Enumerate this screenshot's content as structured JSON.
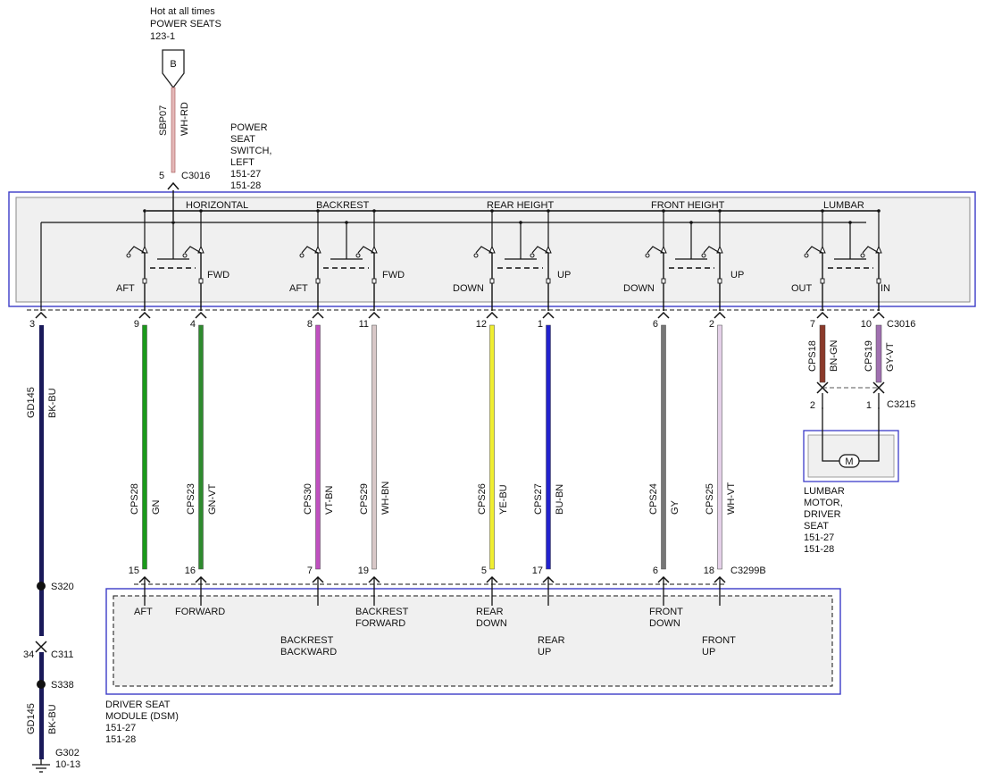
{
  "source": {
    "line1": "Hot at all times",
    "line2": "POWER SEATS",
    "line3": "123-1",
    "pin": "B"
  },
  "feed_wire": {
    "circuit": "SBP07",
    "color": "WH-RD",
    "pin": "5",
    "connector": "C3016"
  },
  "switch": {
    "name_lines": [
      "POWER",
      "SEAT",
      "SWITCH,",
      "LEFT",
      "151-27",
      "151-28"
    ],
    "sections": [
      "HORIZONTAL",
      "BACKREST",
      "REAR HEIGHT",
      "FRONT HEIGHT",
      "LUMBAR"
    ],
    "positions": [
      "AFT",
      "FWD",
      "AFT",
      "FWD",
      "DOWN",
      "UP",
      "DOWN",
      "UP",
      "OUT",
      "IN"
    ]
  },
  "ground_wire": {
    "pin_top": "3",
    "circuit": "GD145",
    "color": "BK-BU",
    "splice1": "S320",
    "pin_mid": "34",
    "connector_mid": "C311",
    "splice2": "S338",
    "circuit2": "GD145",
    "color2": "BK-BU",
    "ground": "G302",
    "ground_ref": "10-13"
  },
  "wires": [
    {
      "pin_top": "9",
      "circuit": "CPS28",
      "color": "GN",
      "pin_bottom": "15",
      "hex": "#1a9a1a"
    },
    {
      "pin_top": "4",
      "circuit": "CPS23",
      "color": "GN-VT",
      "pin_bottom": "16",
      "hex": "#2e8b2e"
    },
    {
      "pin_top": "8",
      "circuit": "CPS30",
      "color": "VT-BN",
      "pin_bottom": "7",
      "hex": "#c050c0"
    },
    {
      "pin_top": "11",
      "circuit": "CPS29",
      "color": "WH-BN",
      "pin_bottom": "19",
      "hex": "#d8c8c8"
    },
    {
      "pin_top": "12",
      "circuit": "CPS26",
      "color": "YE-BU",
      "pin_bottom": "5",
      "hex": "#f0ee30"
    },
    {
      "pin_top": "1",
      "circuit": "CPS27",
      "color": "BU-BN",
      "pin_bottom": "17",
      "hex": "#2222cc"
    },
    {
      "pin_top": "6",
      "circuit": "CPS24",
      "color": "GY",
      "pin_bottom": "6",
      "hex": "#777777"
    },
    {
      "pin_top": "2",
      "circuit": "CPS25",
      "color": "WH-VT",
      "pin_bottom": "18",
      "hex": "#e4d0e8"
    }
  ],
  "switch_connector": "C3016",
  "module_connector": "C3299B",
  "lumbar_wires": [
    {
      "pin_top": "7",
      "circuit": "CPS18",
      "color": "BN-GN",
      "pin_bottom": "2",
      "hex": "#8b3a2a"
    },
    {
      "pin_top": "10",
      "circuit": "CPS19",
      "color": "GY-VT",
      "pin_bottom": "1",
      "hex": "#a070b0"
    }
  ],
  "lumbar_connector_top": "C3016",
  "lumbar_connector_bottom": "C3215",
  "motor": {
    "symbol": "M",
    "name_lines": [
      "LUMBAR",
      "MOTOR,",
      "DRIVER",
      "SEAT",
      "151-27",
      "151-28"
    ]
  },
  "module": {
    "name_lines": [
      "DRIVER SEAT",
      "MODULE (DSM)",
      "151-27",
      "151-28"
    ],
    "labels": {
      "aft": "AFT",
      "forward": "FORWARD",
      "backrest_backward": [
        "BACKREST",
        "BACKWARD"
      ],
      "backrest_forward": [
        "BACKREST",
        "FORWARD"
      ],
      "rear_down": [
        "REAR",
        "DOWN"
      ],
      "rear_up": [
        "REAR",
        "UP"
      ],
      "front_down": [
        "FRONT",
        "DOWN"
      ],
      "front_up": [
        "FRONT",
        "UP"
      ]
    }
  },
  "colors": {
    "frame_border": "#3b3bc8",
    "frame_fill": "#f0f0f0",
    "ground_wire": "#1a1a5a"
  }
}
